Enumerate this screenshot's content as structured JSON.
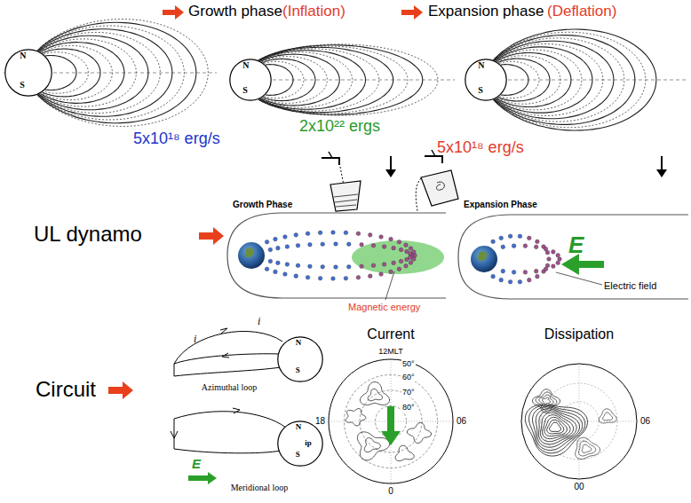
{
  "diagram": {
    "nodes": [
      {
        "text": [
          "N",
          "S"
        ]
      },
      {
        "text": [
          "N",
          "S"
        ]
      },
      {
        "text": [
          "N",
          "S"
        ]
      },
      {
        "text": [
          "N",
          "S"
        ]
      },
      {
        "text": [
          "N",
          "ip",
          "S"
        ]
      }
    ],
    "labels": [
      "Growth phase",
      "(Inflation)",
      "Expansion phase",
      "(Deflation)",
      "5x10¹⁸ erg/s",
      "2x10²² ergs",
      "5x10¹⁸ erg/s",
      "UL dynamo",
      "Growth Phase",
      "Magnetic energy",
      "Expansion Phase",
      "Electric field",
      "E",
      "Circuit",
      "i",
      "i",
      "Azimuthal loop",
      "E",
      "Meridional loop",
      "Current",
      "12MLT",
      "50°",
      "60°",
      "70°",
      "80°",
      "18",
      "06",
      "0",
      "Dissipation",
      "06",
      "00"
    ]
  }
}
